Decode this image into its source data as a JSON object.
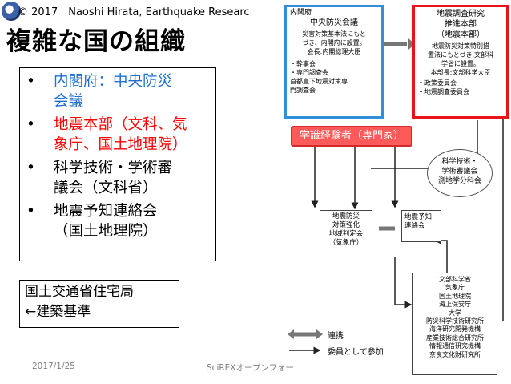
{
  "header": {
    "copyright": "© 2017　Naoshi Hirata, Earthquake Researc",
    "title": "複雑な国の組織"
  },
  "bullets": {
    "items": [
      {
        "lines": [
          "内閣府：中央防災",
          "会議"
        ],
        "color": "#1f6fd0"
      },
      {
        "lines": [
          "地震本部（文科、気",
          "象庁、国土地理院）"
        ],
        "color": "#ff0000"
      },
      {
        "lines": [
          "科学技術・学術審",
          "議会（文科省）"
        ],
        "color": "#000000"
      },
      {
        "lines": [
          "地震予知連絡会",
          "（国土地理院）"
        ],
        "color": "#000000"
      }
    ],
    "bullet_symbol": "•"
  },
  "mlit": {
    "line1": "国土交通省住宅局",
    "line2": "←建築基準"
  },
  "footer": {
    "date": "2017/1/25",
    "event": "SciREXオープンフォー"
  },
  "diagram": {
    "cabinet": {
      "header1": "内閣府",
      "header2": "中央防災会議",
      "desc": [
        "災害対策基本法にもと",
        "づき、内閣府に設置。",
        "会長:内閣総理大臣"
      ],
      "items": [
        "・幹事会",
        "・専門調査会",
        "首都直下地震対策専",
        "門調査会"
      ]
    },
    "herp": {
      "header1": "地震調査研究",
      "header2": "推進本部",
      "header3": "（地震本部）",
      "desc": [
        "地震防災対策特別措",
        "置法にもとづき,文部科",
        "学省に設置。",
        "本部長:文部科学大臣"
      ],
      "items": [
        "・政策委員会",
        "・地震調査委員会"
      ]
    },
    "experts_label": "学識経験者（専門家）",
    "council": [
      "科学技術・",
      "学術審議会",
      "測地学分科会"
    ],
    "ehq": [
      "地震防災",
      "対策強化",
      "地域判定会",
      "（気象庁）"
    ],
    "ccep": [
      "地震予知",
      "連絡会"
    ],
    "agencies": [
      "文部科学省",
      "気象庁",
      "国土地理院",
      "海上保安庁",
      "大学",
      "防災科学技術研究所",
      "海洋研究開発機構",
      "産業技術総合研究所",
      "情報通信研究機構",
      "奈良文化財研究所"
    ],
    "legend": {
      "cooperation": "連携",
      "participation": "委員として参加"
    }
  }
}
